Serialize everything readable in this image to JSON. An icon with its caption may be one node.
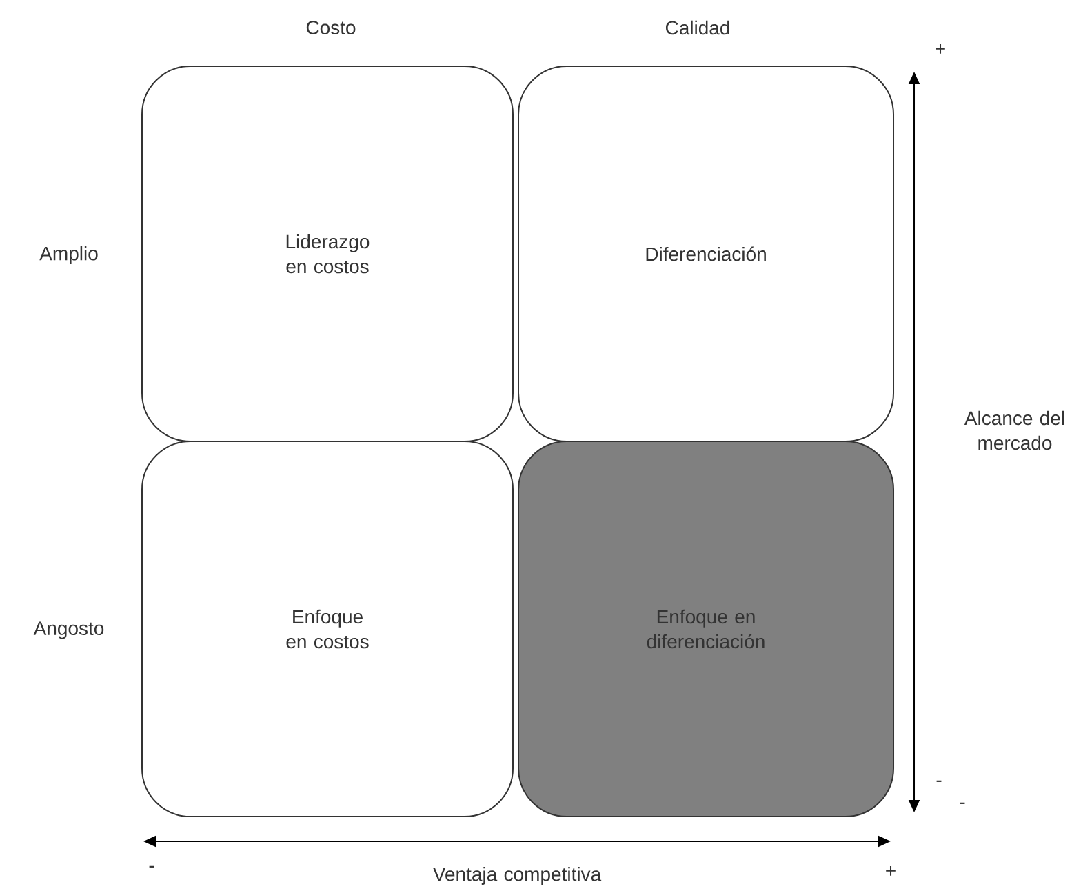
{
  "diagram": {
    "nodes": [
      {
        "text": [
          "Liderazgo en costos"
        ]
      },
      {
        "text": [
          "Diferenciación"
        ]
      },
      {
        "text": [
          "Enfoque en costos"
        ]
      },
      {
        "text": [
          "Enfoque en diferenciación"
        ]
      }
    ],
    "labels": [
      "Costo",
      "Calidad",
      "+",
      "Amplio",
      "Alcance del mercado",
      "Angosto",
      "-",
      "-",
      "-",
      "Ventaja competitiva",
      "+"
    ]
  }
}
